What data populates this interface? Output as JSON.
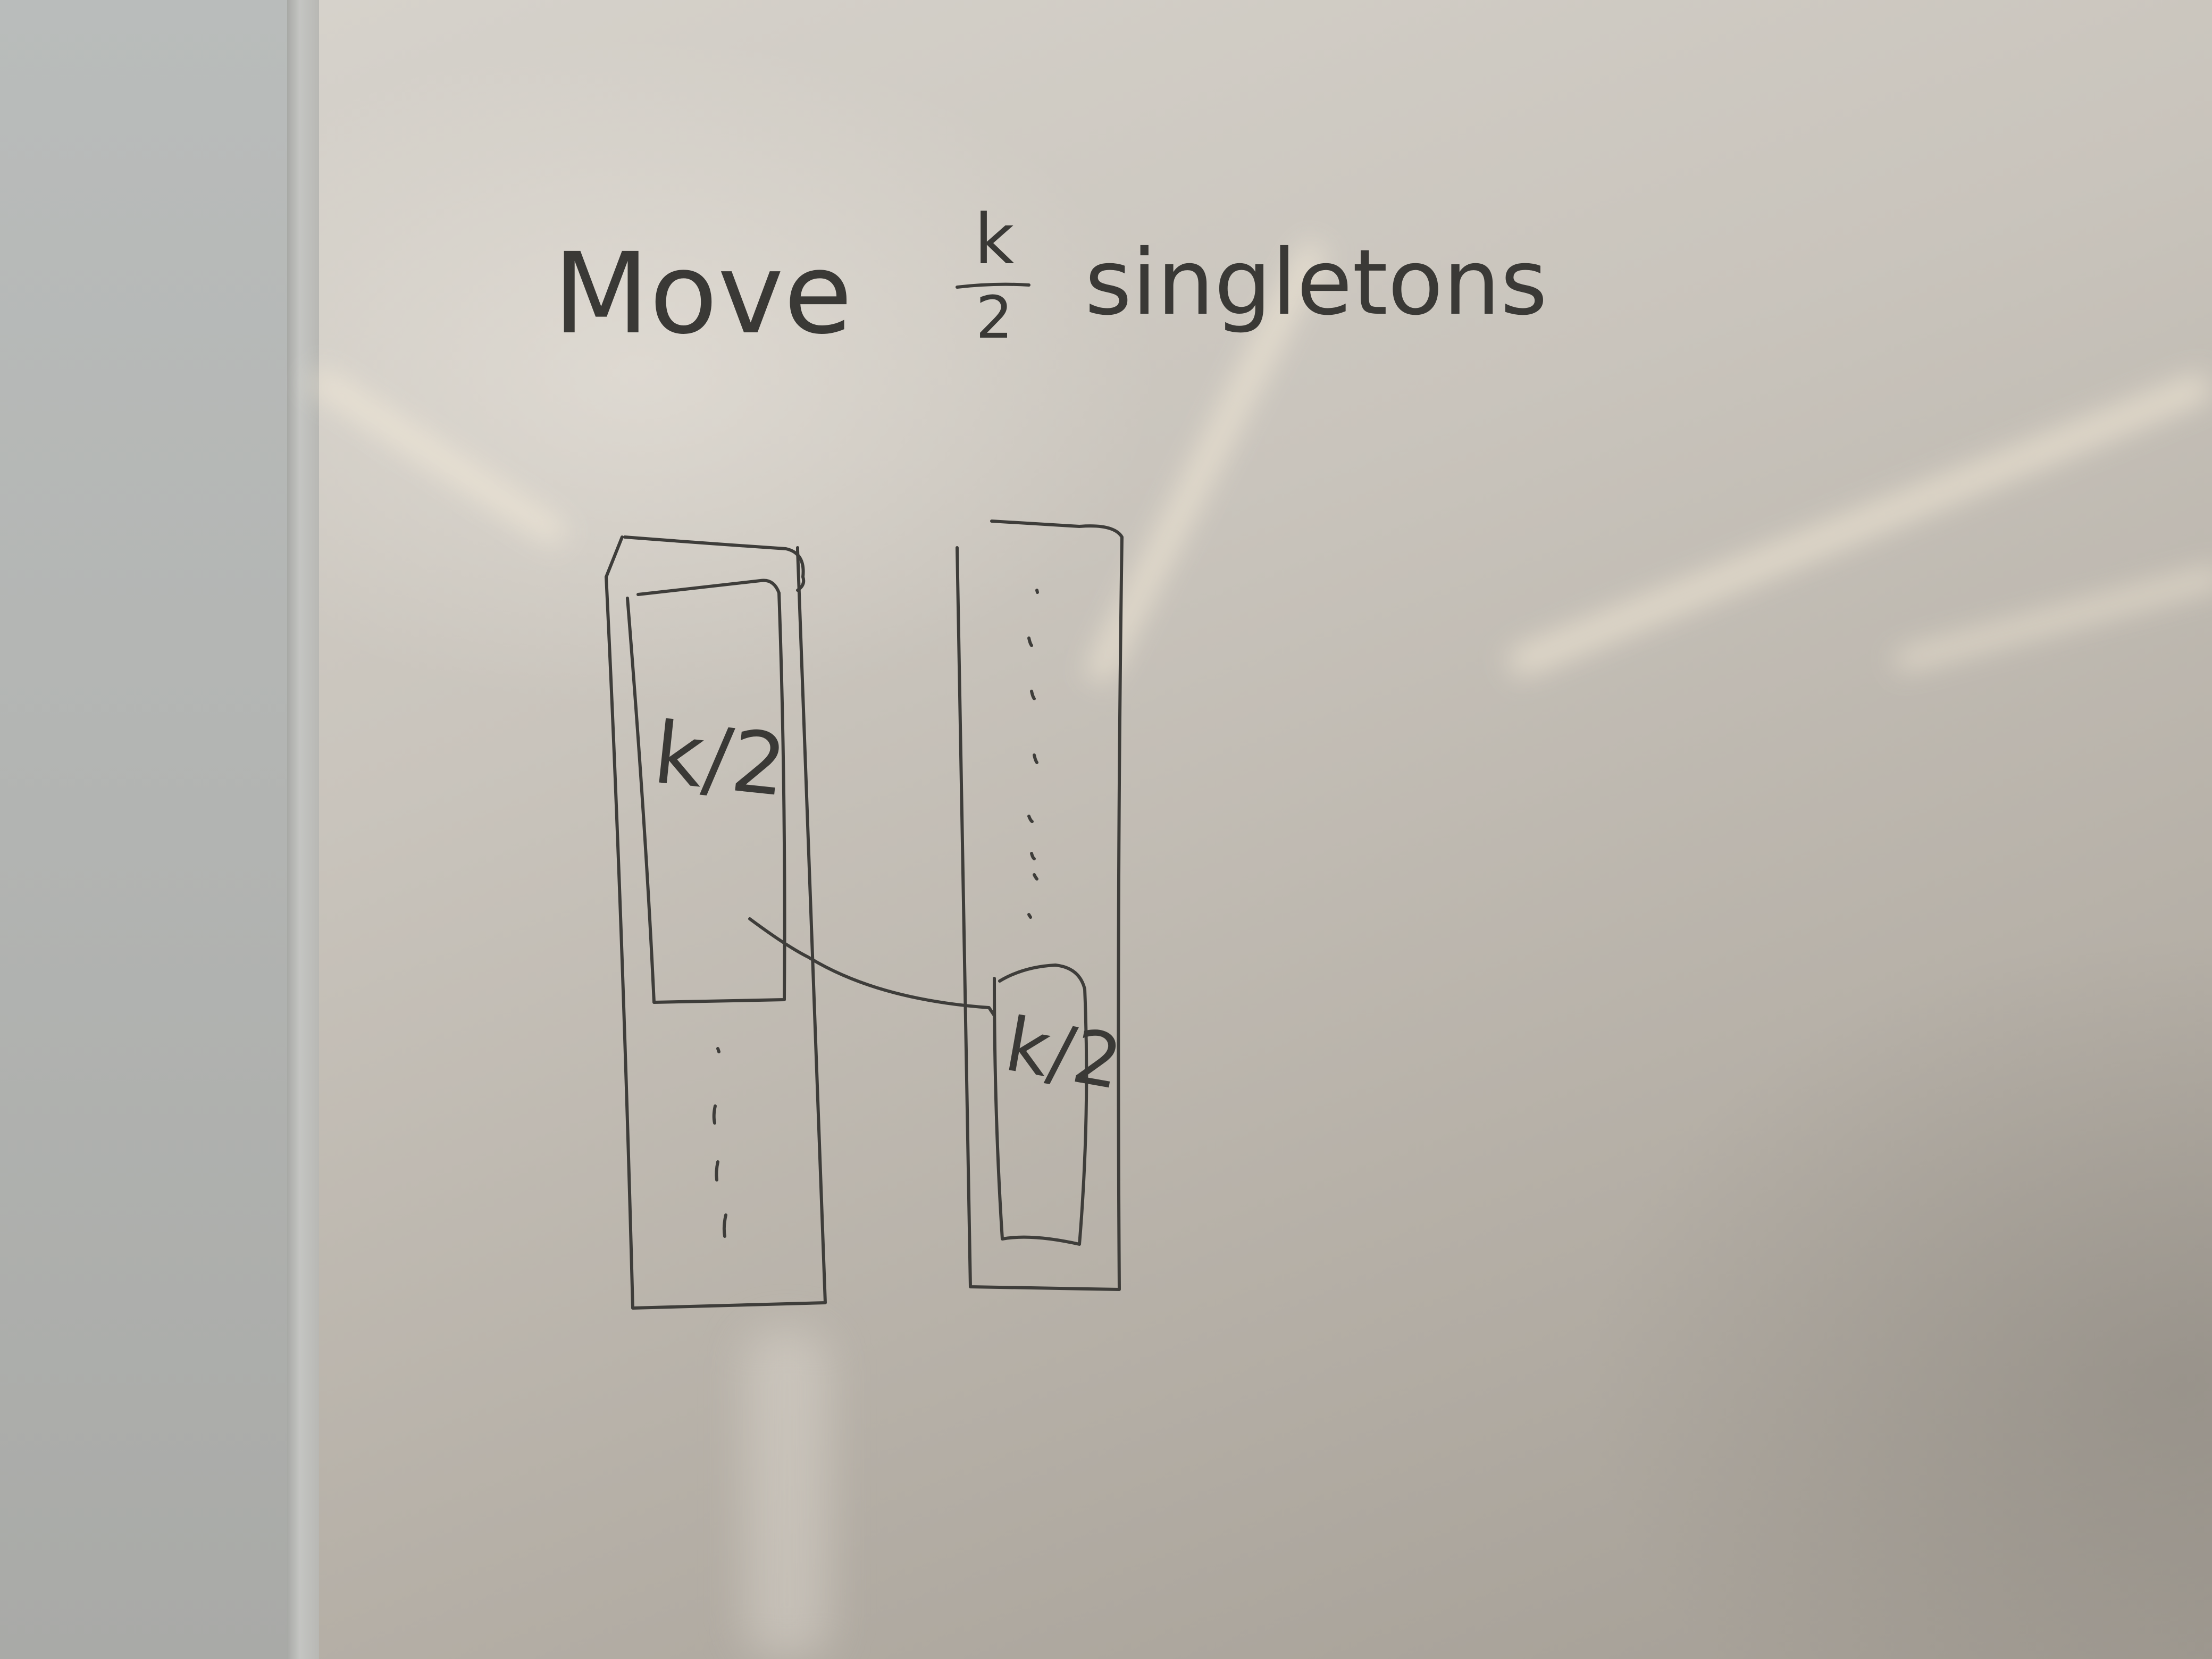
{
  "board": {
    "heading": {
      "verb": "Move",
      "fraction_numerator": "k",
      "fraction_denominator": "2",
      "noun": "singletons"
    },
    "left_column": {
      "inner_box_label": "k/2"
    },
    "right_column": {
      "inner_box_label": "k/2"
    }
  },
  "colors": {
    "ink": "#3e3d3a",
    "board": "#c9c4bc",
    "wall": "#b3b5b3"
  }
}
